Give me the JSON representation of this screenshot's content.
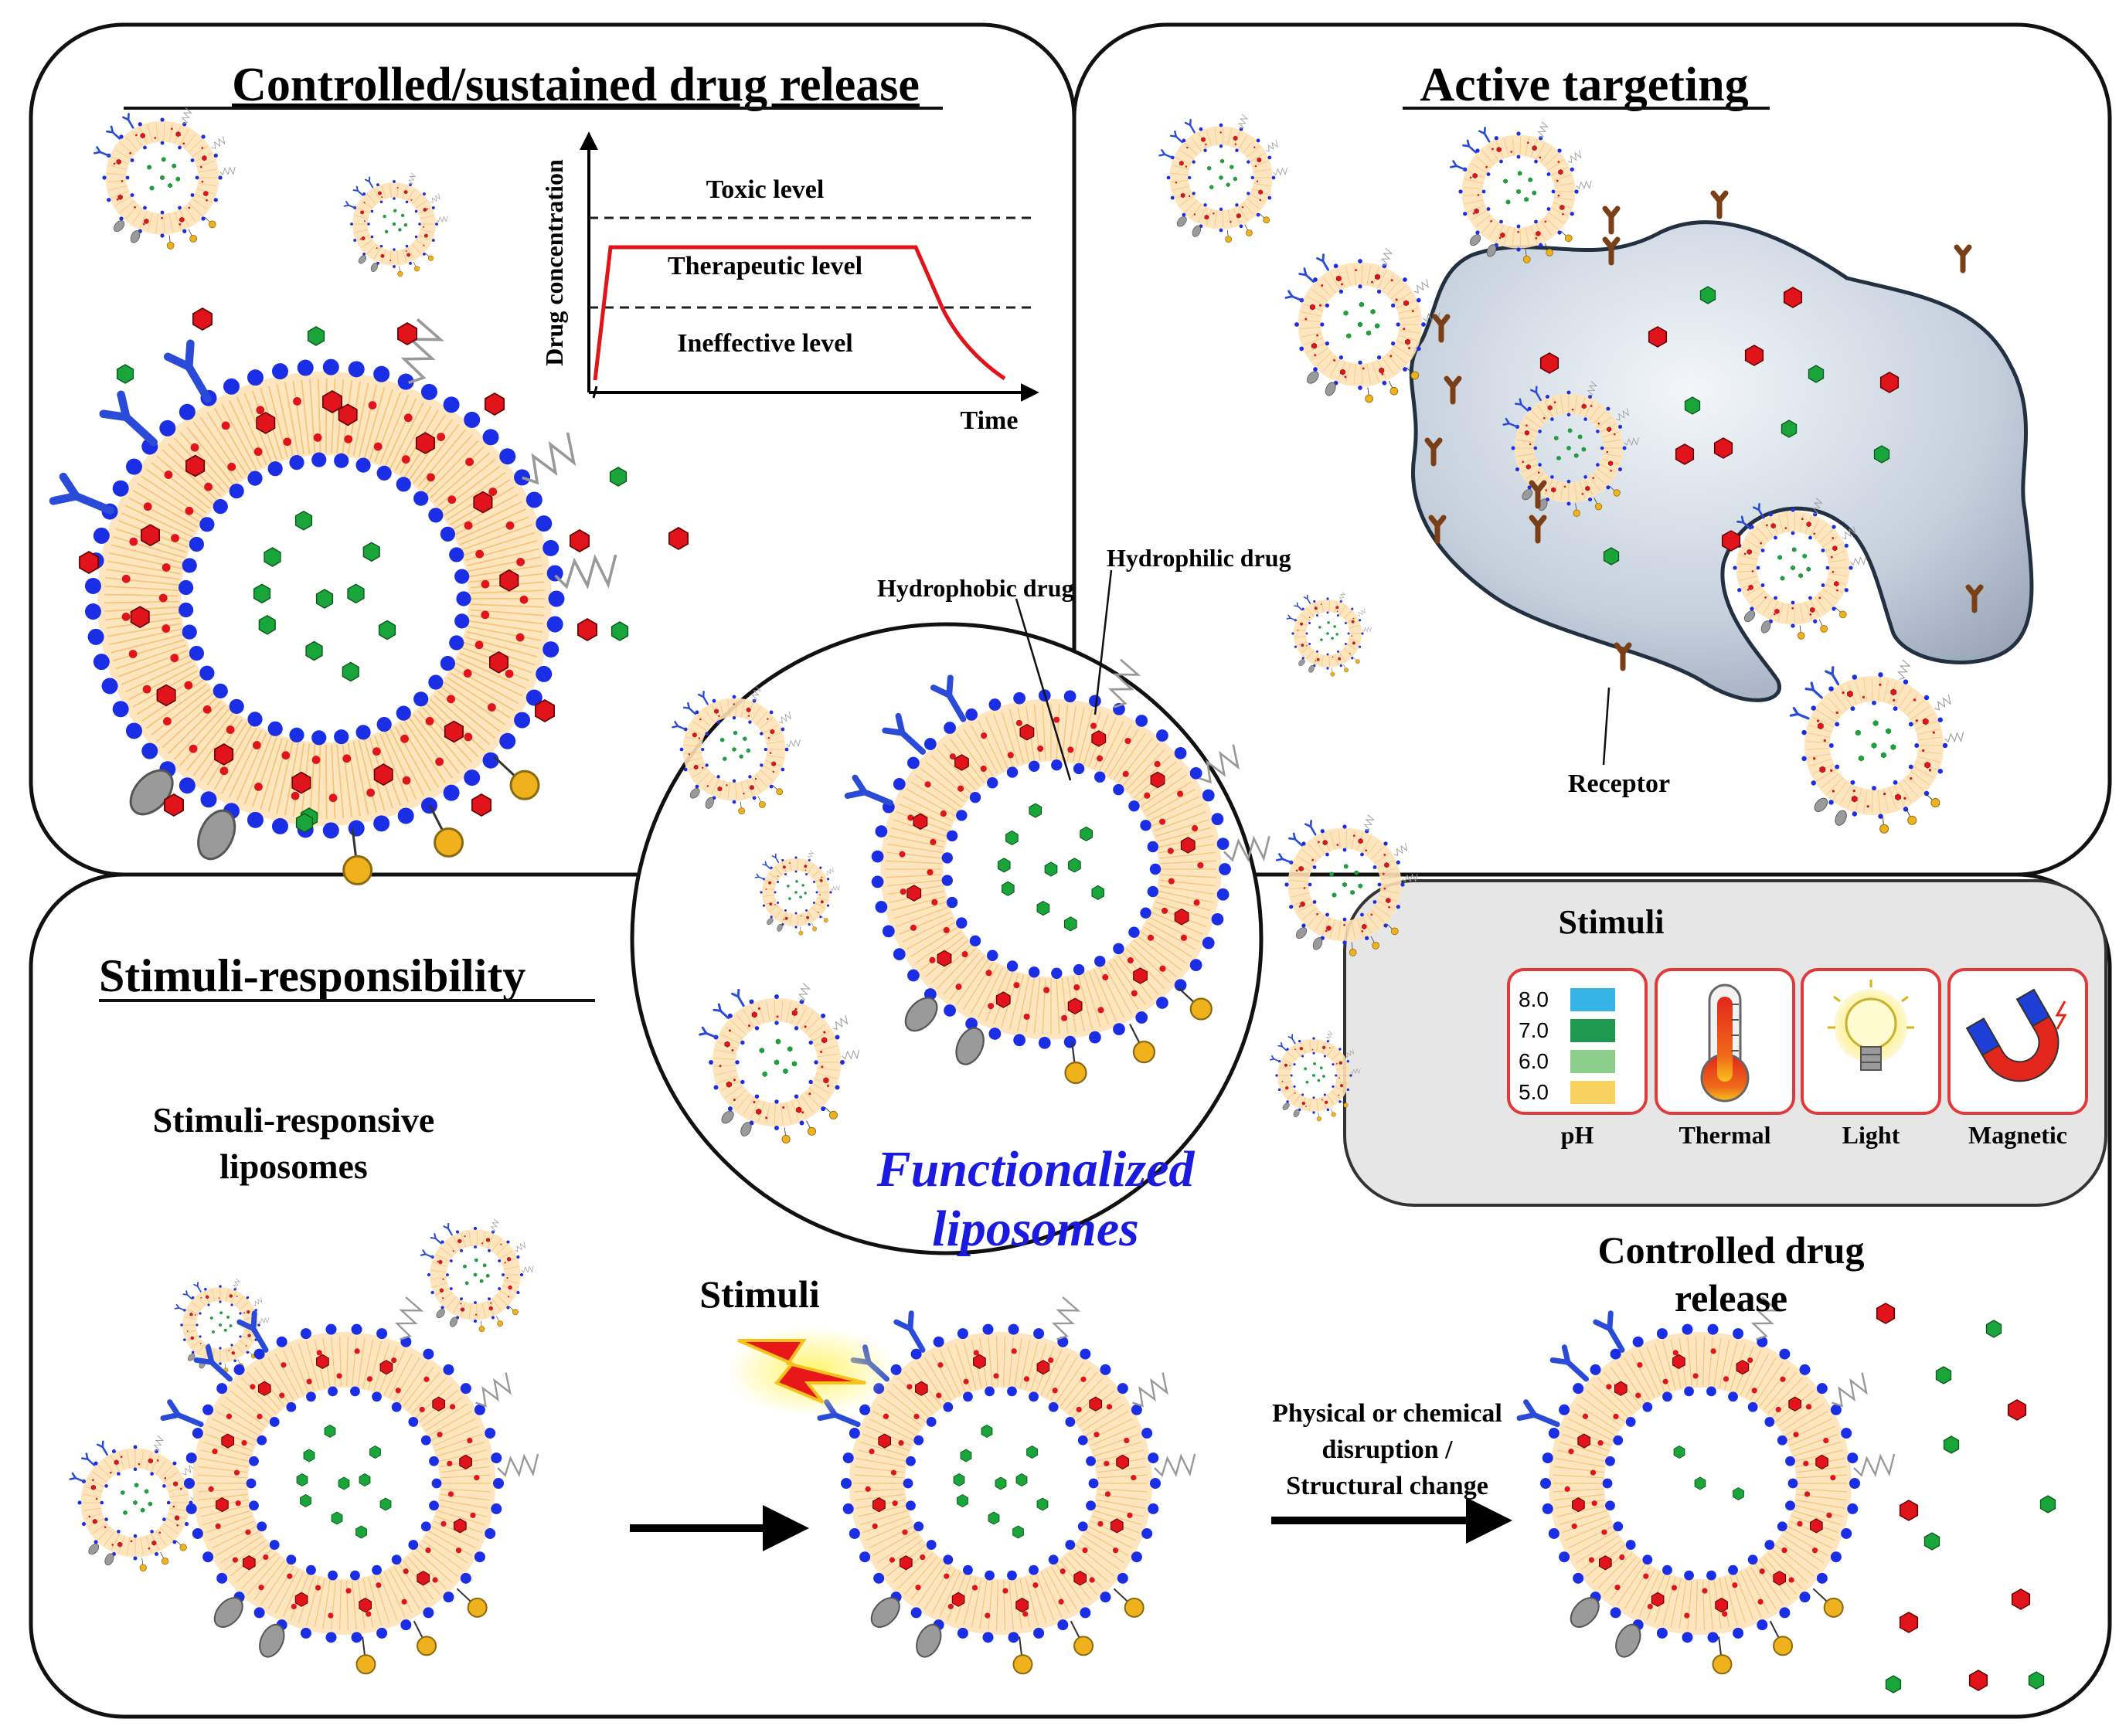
{
  "panels": {
    "controlled": {
      "title": "Controlled/sustained drug release",
      "chart": {
        "ylabel": "Drug concentration",
        "xlabel": "Time",
        "levels": [
          "Toxic level",
          "Therapeutic level",
          "Ineffective level"
        ]
      }
    },
    "targeting": {
      "title": "Active targeting",
      "receptor_label": "Receptor"
    },
    "stimuli_resp": {
      "title": "Stimuli-responsibility",
      "liposomes_label_1": "Stimuli-responsive",
      "liposomes_label_2": "liposomes",
      "stimuli_arrow_label": "Stimuli",
      "disruption_label_1": "Physical or chemical",
      "disruption_label_2": "disruption /",
      "disruption_label_3": "Structural change",
      "release_label_1": "Controlled drug",
      "release_label_2": "release"
    },
    "stimuli_box": {
      "title": "Stimuli",
      "ph_values": [
        "8.0",
        "7.0",
        "6.0",
        "5.0"
      ],
      "ph_colors": [
        "#35b4e6",
        "#1e9a50",
        "#8dcf8a",
        "#f7d25e"
      ],
      "items": [
        "pH",
        "Thermal",
        "Light",
        "Magnetic"
      ]
    },
    "center": {
      "hydrophobic_label": "Hydrophobic drug",
      "hydrophilic_label": "Hydrophilic drug",
      "title_1": "Functionalized",
      "title_2": "liposomes"
    }
  },
  "colors": {
    "membrane_blue": "#1a2ee6",
    "drug_red": "#e0141a",
    "drug_green": "#1aa53a",
    "curve_red": "#e0141a",
    "title_blue": "#1a1ae0",
    "cell_fill": "#c9d3de",
    "gold": "#f0b21c"
  }
}
